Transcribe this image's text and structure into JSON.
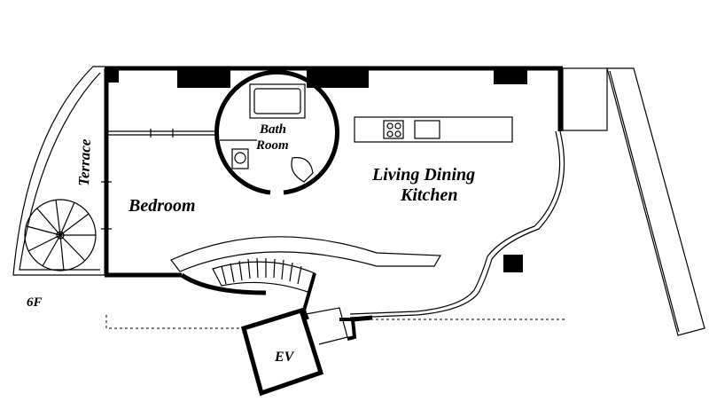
{
  "plan": {
    "floor_label": "6F",
    "rooms": {
      "terrace": "Terrace",
      "bedroom": "Bedroom",
      "bath_line1": "Bath",
      "bath_line2": "Room",
      "living_line1": "Living Dining",
      "living_line2": "Kitchen",
      "elevator": "EV"
    }
  }
}
